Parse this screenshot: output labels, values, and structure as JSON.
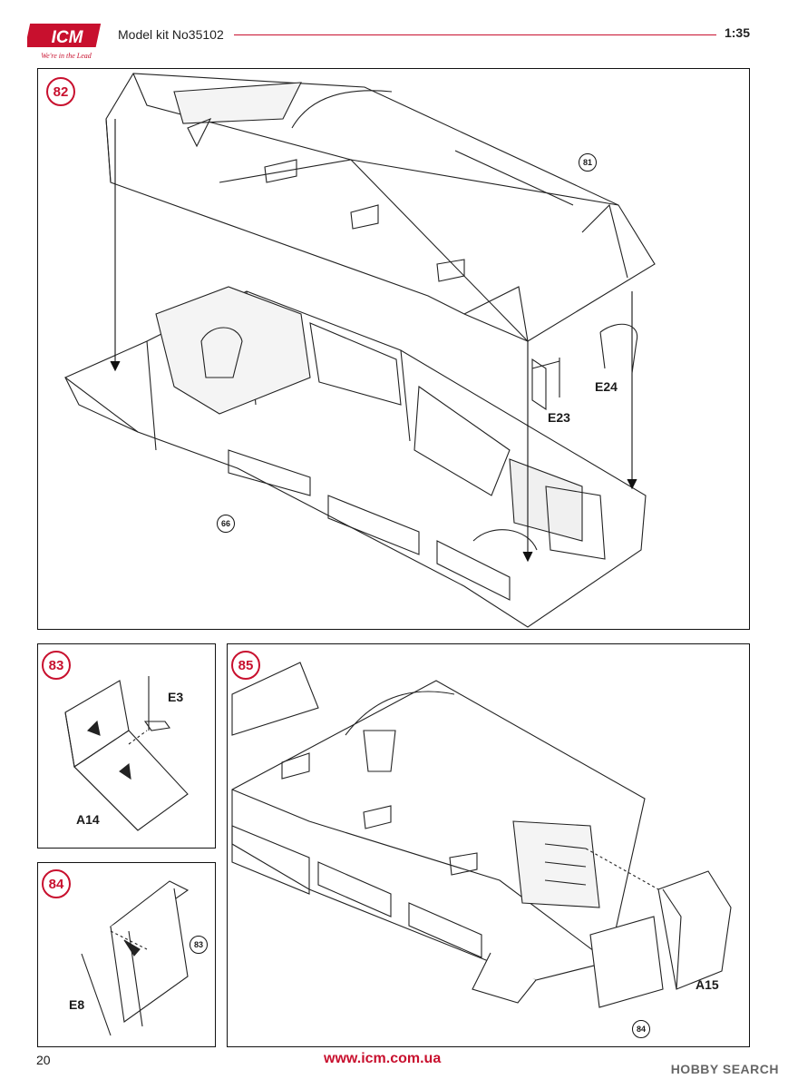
{
  "header": {
    "brand": "ICM",
    "tagline": "We're in the Lead",
    "kit": "Model kit No35102",
    "scale": "1:35"
  },
  "steps": {
    "s82": {
      "number": "82",
      "refs": [
        "81",
        "66"
      ],
      "parts": [
        "E24",
        "E23"
      ]
    },
    "s83": {
      "number": "83",
      "parts": [
        "E3",
        "A14"
      ]
    },
    "s84": {
      "number": "84",
      "refs": [
        "83"
      ],
      "parts": [
        "E8"
      ]
    },
    "s85": {
      "number": "85",
      "refs": [
        "84"
      ],
      "parts": [
        "A15"
      ]
    }
  },
  "footer": {
    "page": "20",
    "url": "www.icm.com.ua",
    "watermark": "HOBBY SEARCH"
  },
  "colors": {
    "accent": "#c8102e",
    "ink": "#111111"
  }
}
